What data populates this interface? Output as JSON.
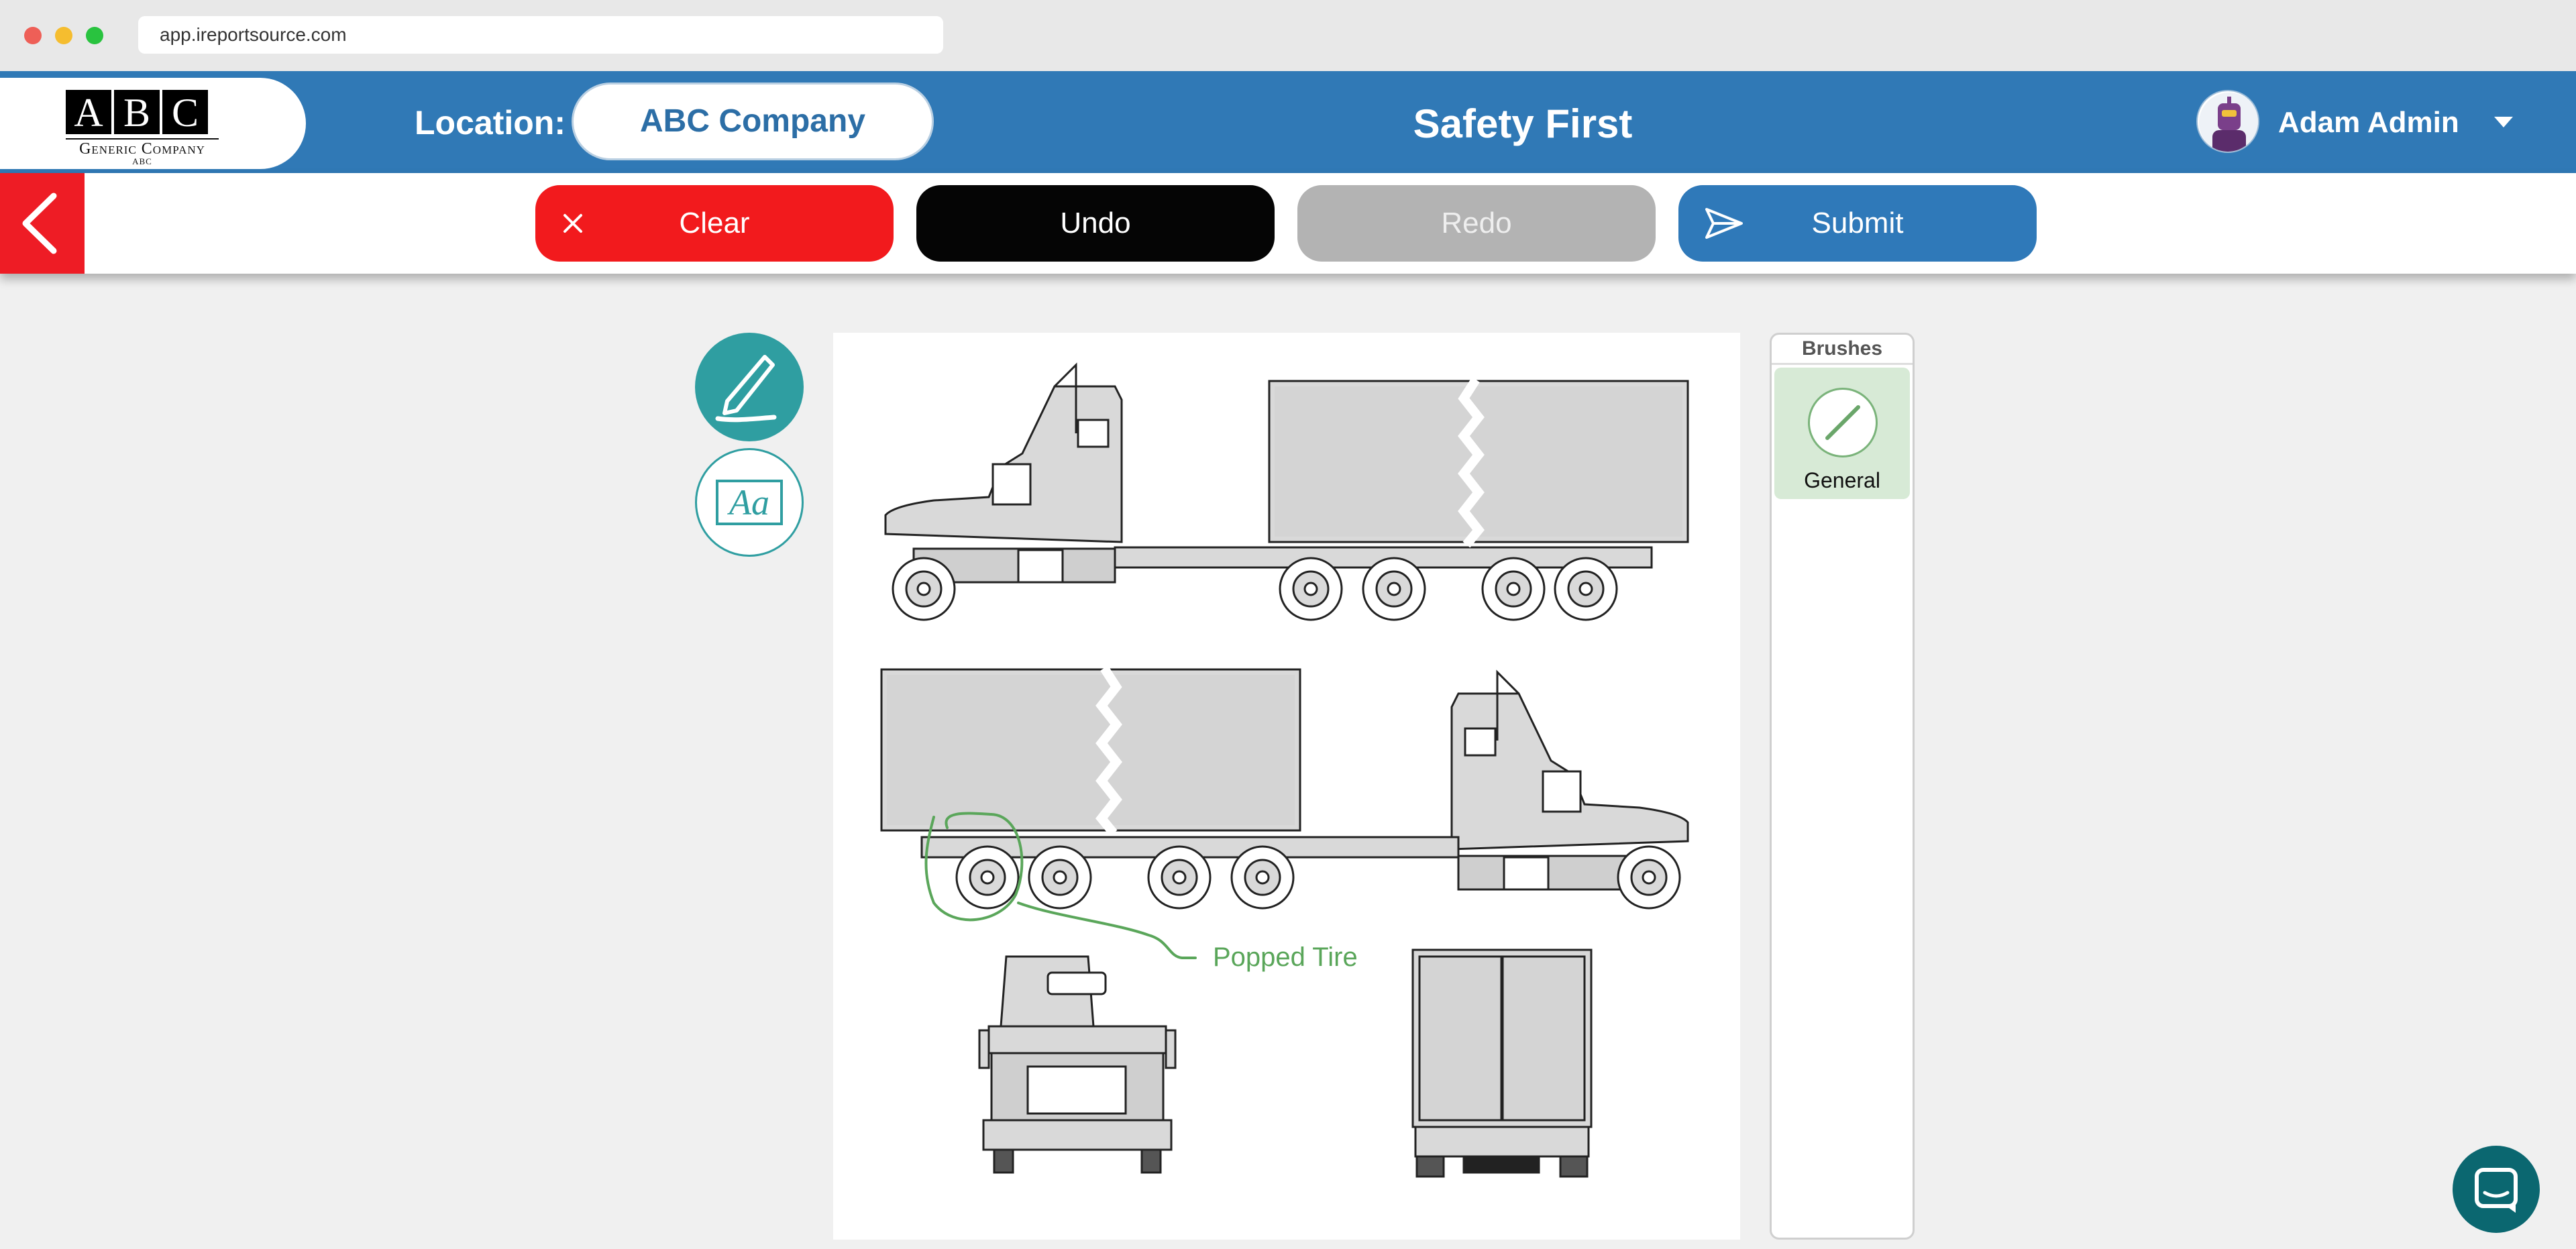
{
  "browser": {
    "url": "app.ireportsource.com"
  },
  "header": {
    "logo": {
      "letters": [
        "A",
        "B",
        "C"
      ],
      "subtitle": "Generic Company",
      "tagline": "ABC"
    },
    "location_label": "Location:",
    "location_value": "ABC Company",
    "title": "Safety First",
    "user_name": "Adam Admin"
  },
  "toolbar": {
    "clear_label": "Clear",
    "undo_label": "Undo",
    "redo_label": "Redo",
    "submit_label": "Submit",
    "redo_enabled": false
  },
  "tools": [
    "pen-icon",
    "text-icon"
  ],
  "canvas": {
    "annotation_text": "Popped Tire",
    "annotation_color": "#5aa65a"
  },
  "brushes": {
    "title": "Brushes",
    "items": [
      {
        "label": "General",
        "selected": true
      }
    ]
  },
  "colors": {
    "header_blue": "#3079b6",
    "clear_red": "#f21a1d",
    "back_red": "#ee1c25",
    "submit_blue": "#2f79b9",
    "teal": "#2f9ea1",
    "chat_teal": "#0b6770",
    "brush_green": "#d7ead6"
  }
}
